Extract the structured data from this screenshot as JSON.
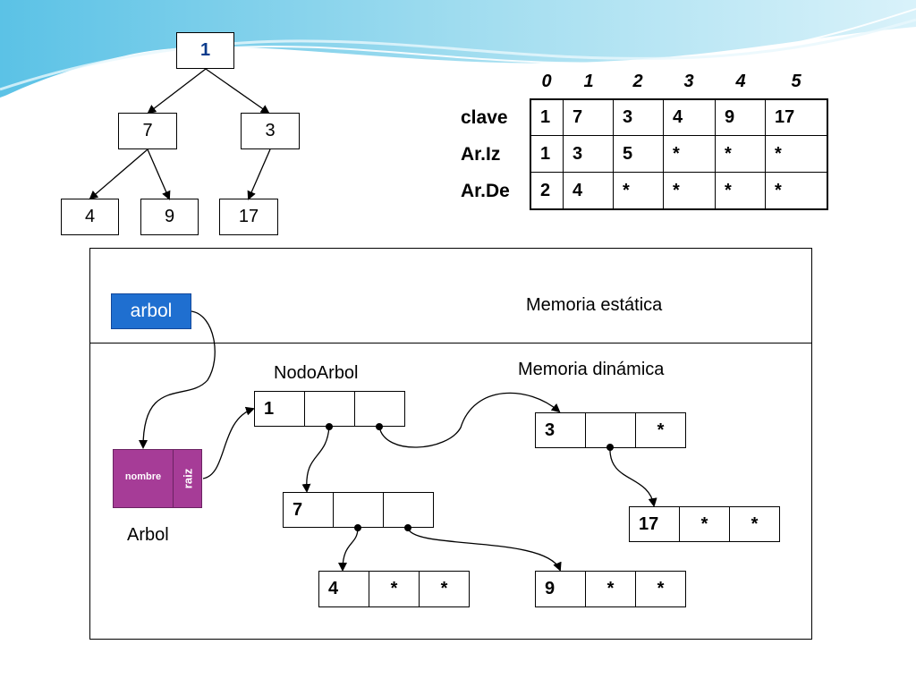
{
  "tree": {
    "root": "1",
    "left": "7",
    "right": "3",
    "left_left": "4",
    "left_right": "9",
    "right_left": "17"
  },
  "table": {
    "indices": [
      "0",
      "1",
      "2",
      "3",
      "4",
      "5"
    ],
    "rows": [
      {
        "label": "clave",
        "cells": [
          "1",
          "7",
          "3",
          "4",
          "9",
          "17"
        ]
      },
      {
        "label": "Ar.Iz",
        "cells": [
          "1",
          "3",
          "5",
          "*",
          "*",
          "*"
        ]
      },
      {
        "label": "Ar.De",
        "cells": [
          "2",
          "4",
          "*",
          "*",
          "*",
          "*"
        ]
      }
    ]
  },
  "memory": {
    "static_label": "Memoria estática",
    "dynamic_label": "Memoria dinámica",
    "variable": "arbol",
    "record_type": "Arbol",
    "record_fields": {
      "nombre": "nombre",
      "raiz": "raiz"
    },
    "node_type_label": "NodoArbol",
    "nodes": {
      "n1": {
        "key": "1",
        "left": "",
        "right": ""
      },
      "n3": {
        "key": "3",
        "left": "",
        "right": "*"
      },
      "n7": {
        "key": "7",
        "left": "",
        "right": ""
      },
      "n17": {
        "key": "17",
        "left": "*",
        "right": "*"
      },
      "n4": {
        "key": "4",
        "left": "*",
        "right": "*"
      },
      "n9": {
        "key": "9",
        "left": "*",
        "right": "*"
      }
    }
  },
  "colors": {
    "background_wave": "#8fd3ea",
    "variable_fill": "#1f6fd0",
    "record_fill": "#a63c97",
    "root_text": "#0b3b8c"
  }
}
